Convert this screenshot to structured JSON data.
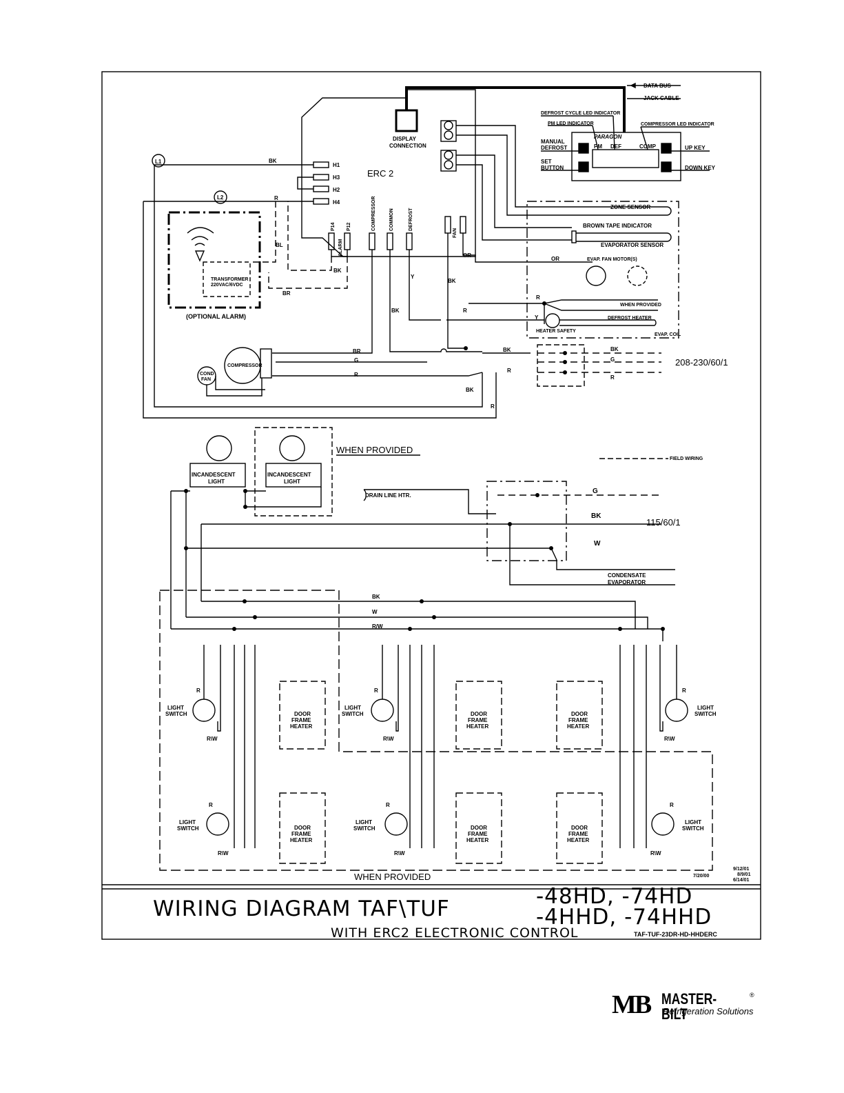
{
  "labels": {
    "data_bus": "DATA BUS",
    "jack_cable": "JACK CABLE",
    "defrost_led": "DEFROST CYCLE LED INDICATOR",
    "pm_led": "PM LED INDICATOR",
    "compressor_led": "COMPRESSOR LED INDICATOR",
    "paragon": "PARAGON",
    "manual_defrost_1": "MANUAL",
    "manual_defrost_2": "DEFROST",
    "set_button_1": "SET",
    "set_button_2": "BUTTON",
    "pm": "PM",
    "def": "DEF",
    "comp": "COMP",
    "up_key": "UP KEY",
    "down_key": "DOWN KEY",
    "display_1": "DISPLAY",
    "display_2": "CONNECTION",
    "erc2": "ERC 2",
    "l1": "L1",
    "l2": "L2",
    "h1": "H1",
    "h3": "H3",
    "h2": "H2",
    "h4": "H4",
    "p14": "P14",
    "p12": "P12",
    "alarm": "ALARM",
    "compressor_term": "COMPRESSOR",
    "common_term": "COMMON",
    "defrost_term": "DEFROST",
    "fan_term": "FAN",
    "zone_sensor": "ZONE SENSOR",
    "brown_tape": "BROWN TAPE INDICATOR",
    "evap_sensor": "EVAPORATOR SENSOR",
    "evap_fan": "EVAP. FAN MOTOR(S)",
    "when_provided_small": "WHEN PROVIDED",
    "defrost_heater": "DEFROST HEATER",
    "heater_safety": "HEATER SAFETY",
    "evap_coil": "EVAP. COIL",
    "transformer_1": "TRANSFORMER",
    "transformer_2": "220VAC/6VDC",
    "optional_alarm": "(OPTIONAL ALARM)",
    "compressor": "COMPRESSOR",
    "cond_1": "COND",
    "cond_2": "FAN",
    "power_208": "208-230/60/1",
    "field_wiring": "FIELD WIRING",
    "when_provided": "WHEN PROVIDED",
    "incandescent_1": "INCANDESCENT",
    "incandescent_2": "LIGHT",
    "drain_line": "DRAIN LINE HTR.",
    "power_115": "115/60/1",
    "condensate_1": "CONDENSATE",
    "condensate_2": "EVAPORATOR",
    "light_switch_1": "LIGHT",
    "light_switch_2": "SWITCH",
    "door_1": "DOOR",
    "door_2": "FRAME",
    "door_3": "HEATER",
    "rw": "R\\W",
    "rslash": "R/W",
    "bk": "BK",
    "br": "BR",
    "bl": "BL",
    "g": "G",
    "r": "R",
    "w": "W",
    "y": "Y",
    "or": "OR"
  },
  "dates": {
    "d1": "9/12/01",
    "d2": "8/9/01",
    "d3": "6/14/01",
    "d4": "7/20/00"
  },
  "title": {
    "main": "WIRING DIAGRAM   TAF\\TUF",
    "models_1": "-48HD,  -74HD",
    "models_2": "-4HHD,  -74HHD",
    "subtitle": "WITH ERC2 ELECTRONIC CONTROL",
    "drawing_no": "TAF-TUF-23DR-HD-HHDERC"
  },
  "logo": {
    "mb": "MB",
    "name": "MASTER-BILT",
    "tagline": "Refrigeration Solutions",
    "reg": "®"
  }
}
